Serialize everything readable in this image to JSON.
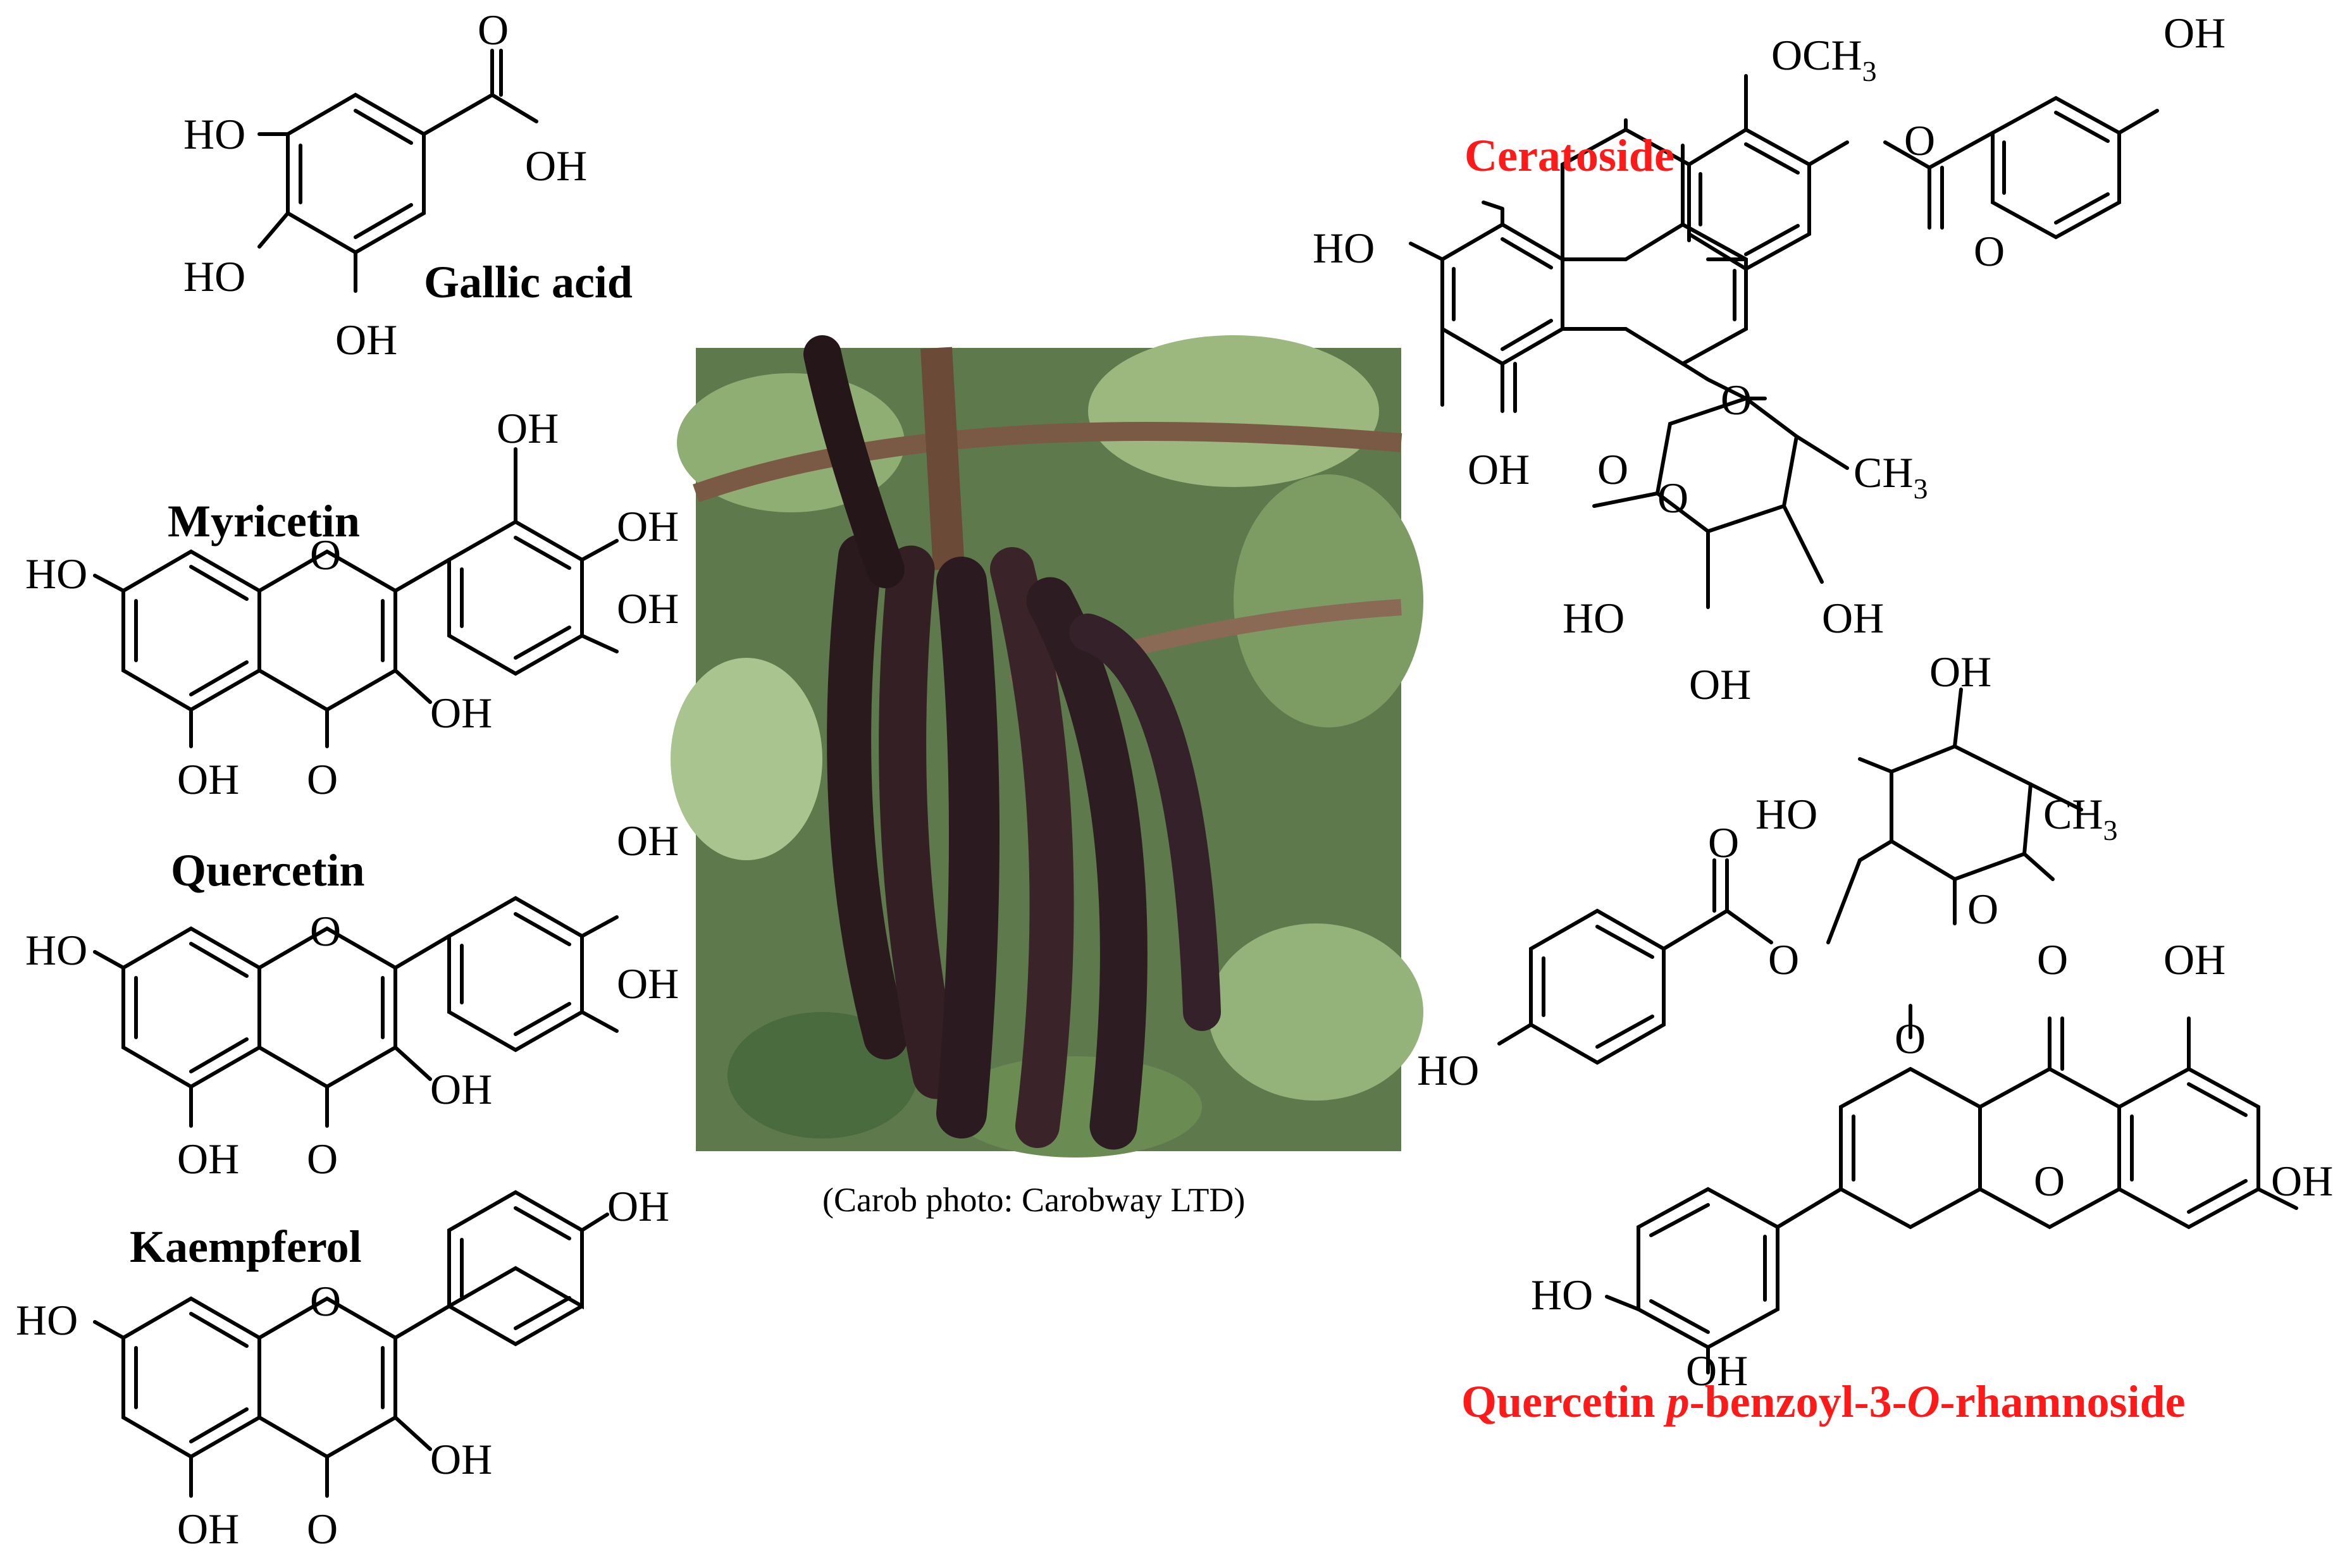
{
  "compounds": {
    "gallic_acid": {
      "name": "Gallic acid",
      "labels": {
        "ho1": "HO",
        "ho2": "HO",
        "oh_bottom": "OH",
        "o_carbonyl": "O",
        "oh_acid": "OH"
      }
    },
    "myricetin": {
      "name": "Myricetin",
      "labels": {
        "ho7": "HO",
        "o_ring": "O",
        "oh_a": "OH",
        "oh_b": "OH",
        "oh_c": "OH",
        "oh3": "OH",
        "oh5": "OH",
        "o4": "O"
      }
    },
    "quercetin": {
      "name": "Quercetin",
      "labels": {
        "ho7": "HO",
        "o_ring": "O",
        "oh_a": "OH",
        "oh_b": "OH",
        "oh3": "OH",
        "oh5": "OH",
        "o4": "O"
      }
    },
    "kaempferol": {
      "name": "Kaempferol",
      "labels": {
        "ho7": "HO",
        "o_ring": "O",
        "oh_a": "OH",
        "oh3": "OH",
        "oh5": "OH",
        "o4": "O"
      }
    },
    "ceratoside": {
      "name": "Ceratoside",
      "labels": {
        "och3_a": "OCH",
        "och3_sub": "3",
        "oh_top": "OH",
        "o_ester": "O",
        "o_carbonyl": "O",
        "ho_left": "HO",
        "oh_low": "OH",
        "o_ket": "O",
        "o_glyc": "O",
        "o_ring": "O",
        "ch3_a": "CH",
        "ch3_sub": "3",
        "ho_sugar": "HO",
        "oh_sugar1": "OH",
        "oh_sugar2": "OH"
      }
    },
    "quercetin_rhamnoside": {
      "name_prefix": "Quercetin ",
      "name_p": "p",
      "name_mid": "-benzoyl-3-",
      "name_o": "O",
      "name_suffix": "-rhamnoside",
      "labels": {
        "oh_top": "OH",
        "ho_sugar": "HO",
        "ch3_a": "CH",
        "ch3_sub": "3",
        "o_carbonyl": "O",
        "o_ester": "O",
        "o_ring": "O",
        "ho_left": "HO",
        "o_glyc": "O",
        "o_ket": "O",
        "oh5": "OH",
        "o_ring2": "O",
        "oh7": "OH",
        "ho_cat1": "HO",
        "oh_cat2": "OH"
      }
    }
  },
  "photo": {
    "caption": "(Carob photo: Carobway LTD)"
  }
}
